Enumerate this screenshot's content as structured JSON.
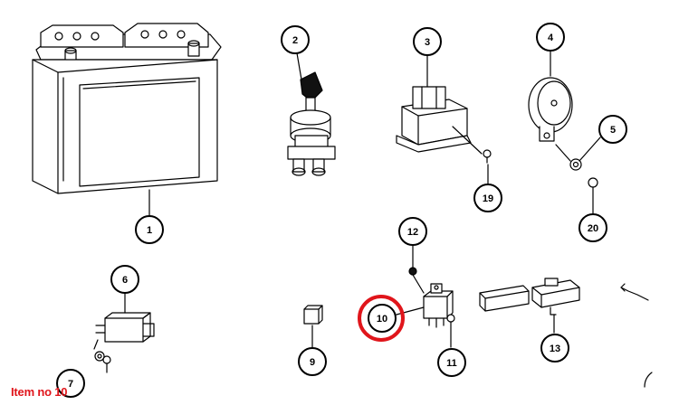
{
  "caption": "Item no 10",
  "highlight_color": "#e0151b",
  "highlighted_item": "10",
  "callouts": {
    "c1": "1",
    "c2": "2",
    "c3": "3",
    "c4": "4",
    "c5": "5",
    "c6": "6",
    "c7": "7",
    "c9": "9",
    "c10": "10",
    "c11": "11",
    "c12": "12",
    "c13": "13",
    "c19": "19",
    "c20": "20"
  }
}
